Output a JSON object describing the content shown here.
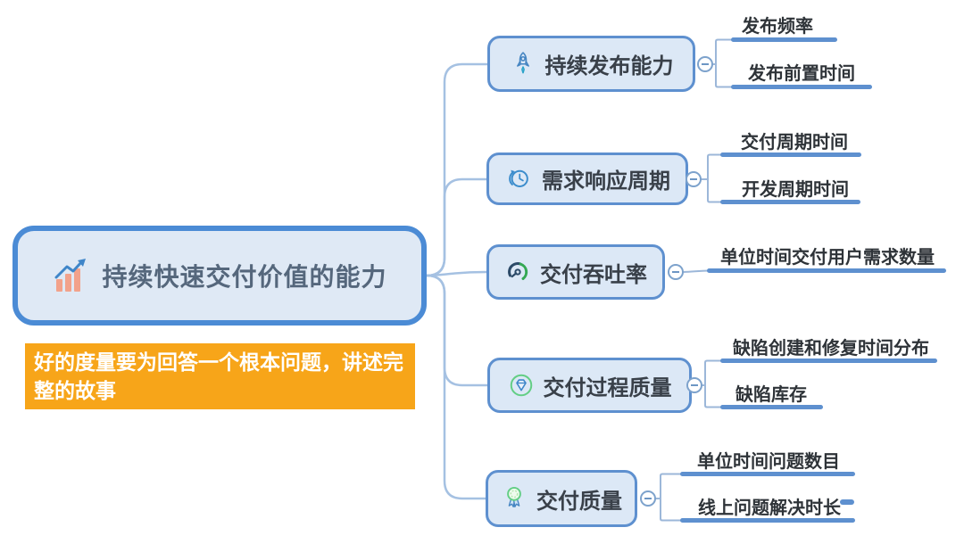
{
  "root": {
    "label": "持续快速交付价值的能力",
    "icon": "bar-chart-icon"
  },
  "note": {
    "text": "好的度量要为回答一个根本问题，讲述完整的故事"
  },
  "branches": [
    {
      "label": "持续发布能力",
      "icon": "rocket-icon",
      "children": [
        {
          "label": "发布频率"
        },
        {
          "label": "发布前置时间"
        }
      ]
    },
    {
      "label": "需求响应周期",
      "icon": "clock-icon",
      "children": [
        {
          "label": "交付周期时间"
        },
        {
          "label": "开发周期时间"
        }
      ]
    },
    {
      "label": "交付吞吐率",
      "icon": "gauge-icon",
      "children": [
        {
          "label": "单位时间交付用户需求数量"
        }
      ]
    },
    {
      "label": "交付过程质量",
      "icon": "diamond-icon",
      "children": [
        {
          "label": "缺陷创建和修复时间分布"
        },
        {
          "label": "缺陷库存"
        }
      ]
    },
    {
      "label": "交付质量",
      "icon": "medal-icon",
      "children": [
        {
          "label": "单位时间问题数目"
        },
        {
          "label": "线上问题解决时长"
        }
      ]
    }
  ],
  "collapse_button_glyph": "−",
  "colors": {
    "root_border": "#4b8bd5",
    "node_border": "#5e90cf",
    "node_fill": "#dce8f6",
    "connector": "#a5c1e2",
    "underline": "#5e90cf",
    "note_bg": "#f7a519",
    "note_text": "#ffffff",
    "branch_text": "#394049",
    "child_text": "#2e3338",
    "root_text": "#55677c",
    "icon_blue": "#3f86c9",
    "icon_green": "#34a853",
    "icon_salmon": "#f2a28b",
    "icon_teal": "#2ba3c9"
  }
}
